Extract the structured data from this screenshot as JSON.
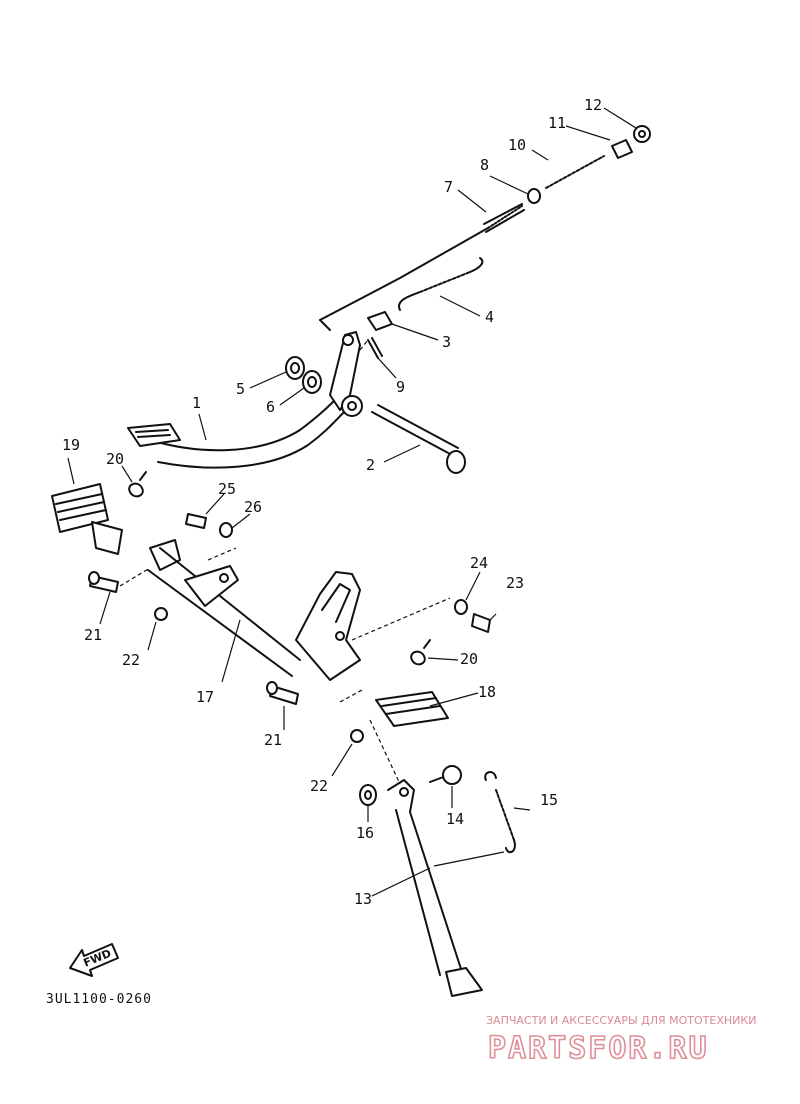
{
  "callouts": [
    "1",
    "2",
    "3",
    "4",
    "5",
    "6",
    "7",
    "8",
    "9",
    "10",
    "11",
    "12",
    "13",
    "14",
    "15",
    "16",
    "17",
    "18",
    "19",
    "20",
    "20",
    "21",
    "21",
    "22",
    "22",
    "23",
    "24",
    "25",
    "26"
  ],
  "diagram_code": "3UL1100-0260",
  "fwd_label": "FWD",
  "watermark": {
    "caption": "ЗАПЧАСТИ И АКСЕССУАРЫ ДЛЯ МОТОТЕХНИКИ",
    "brand": "PARTSFOR.RU",
    "color": "#e08f98"
  }
}
